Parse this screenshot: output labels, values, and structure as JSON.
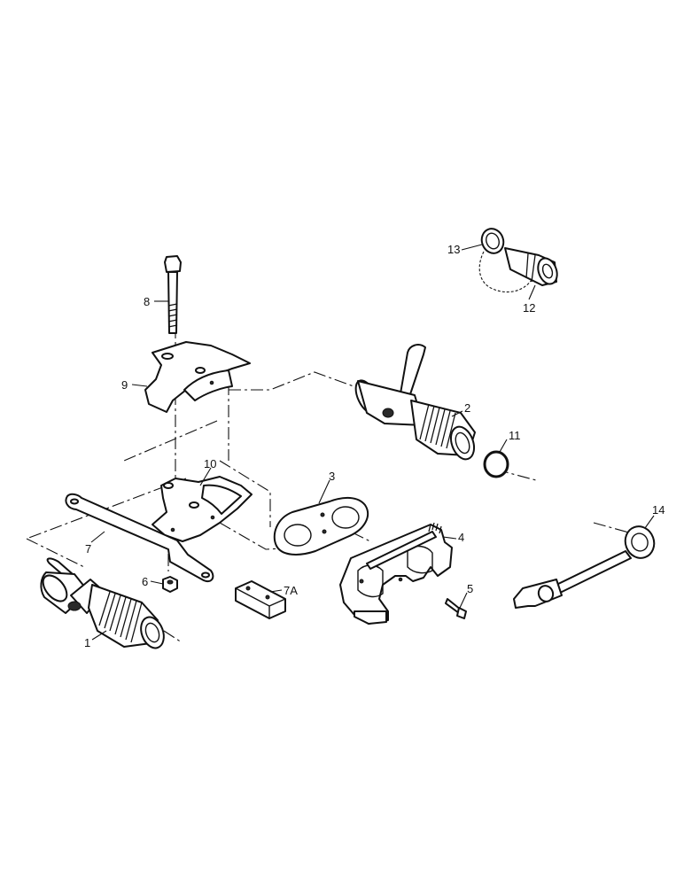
{
  "callouts": {
    "c1": "1",
    "c2": "2",
    "c3": "3",
    "c4": "4",
    "c5": "5",
    "c6": "6",
    "c7": "7",
    "c7a": "7A",
    "c8": "8",
    "c9": "9",
    "c10": "10",
    "c11": "11",
    "c12": "12",
    "c13": "13",
    "c14": "14"
  }
}
